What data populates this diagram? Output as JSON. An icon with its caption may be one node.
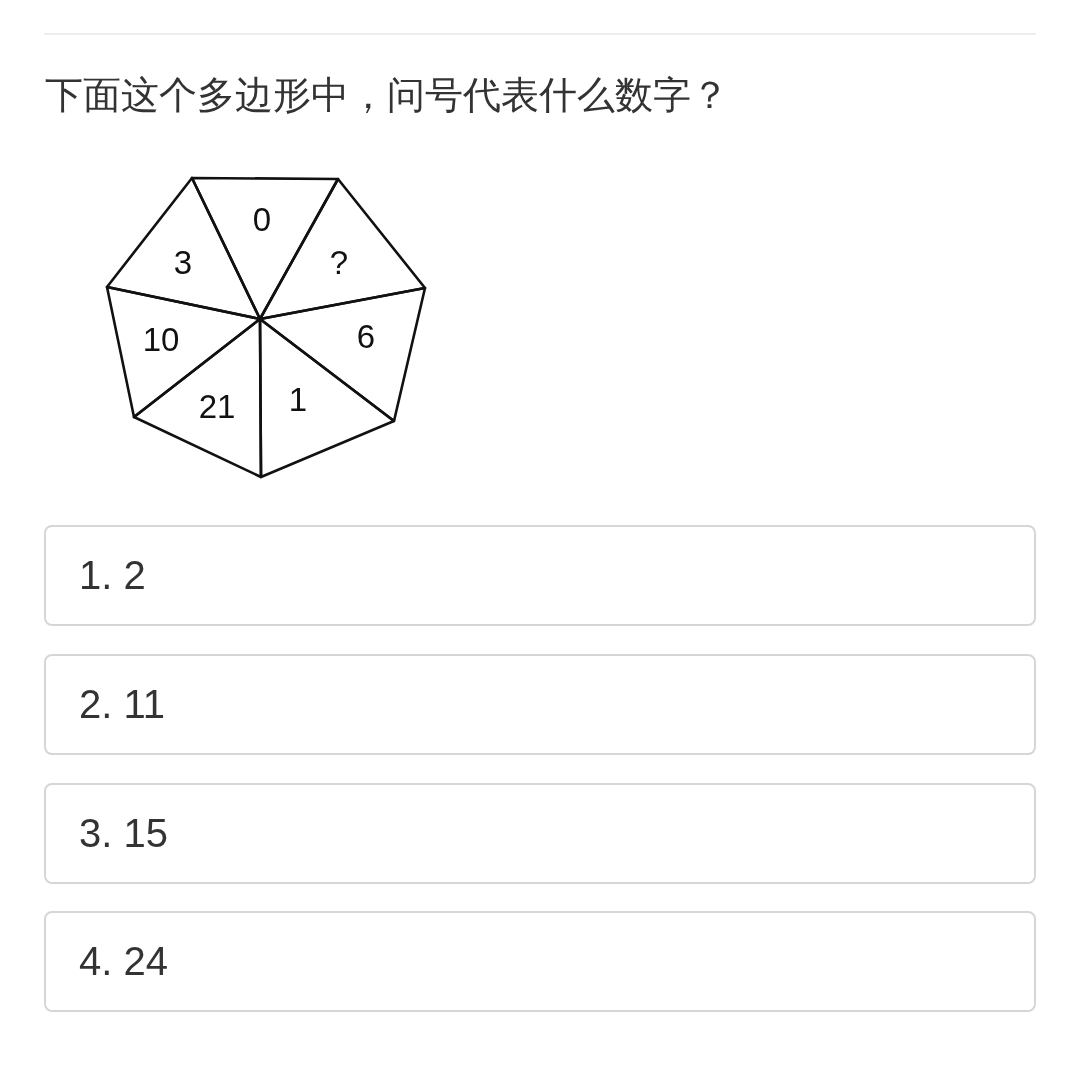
{
  "diagram": {
    "title": "下面这个多边形中，问号代表什么数字？",
    "nodes": [
      {
        "text": [
          "0"
        ]
      },
      {
        "text": [
          "3"
        ]
      },
      {
        "text": [
          "?"
        ]
      },
      {
        "text": [
          "10"
        ]
      },
      {
        "text": [
          "6"
        ]
      },
      {
        "text": [
          "21"
        ]
      },
      {
        "text": [
          "1"
        ]
      },
      {
        "text": [
          "1. 2"
        ]
      },
      {
        "text": [
          "2. 11"
        ]
      },
      {
        "text": [
          "3. 15"
        ]
      },
      {
        "text": [
          "4. 24"
        ]
      }
    ]
  }
}
